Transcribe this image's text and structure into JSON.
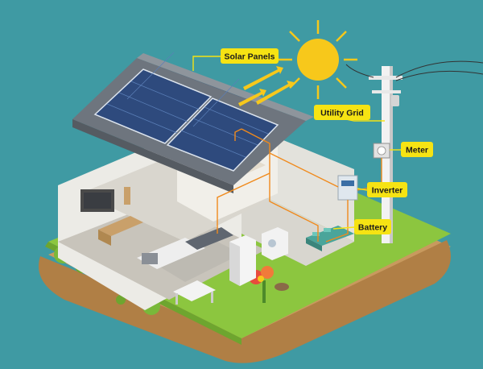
{
  "colors": {
    "background": "#3f9aa3",
    "callout": "#f6e313",
    "wire": "#f08a1c",
    "sun": "#f7c81b",
    "grass": "#8cc63f",
    "soil": "#b98a52",
    "panel": "#2e4a7d",
    "roof": "#767d86",
    "wall": "#ecebe6"
  },
  "icons": [
    "sun-icon",
    "solar-panel-icon",
    "utility-pole-icon",
    "meter-icon",
    "inverter-icon",
    "battery-icon",
    "tree-icon",
    "flower-icon"
  ],
  "callouts": [
    {
      "id": "solar-panels",
      "label": "Solar Panels"
    },
    {
      "id": "utility-grid",
      "label": "Utility Grid"
    },
    {
      "id": "meter",
      "label": "Meter"
    },
    {
      "id": "inverter",
      "label": "Inverter"
    },
    {
      "id": "battery",
      "label": "Battery"
    }
  ]
}
